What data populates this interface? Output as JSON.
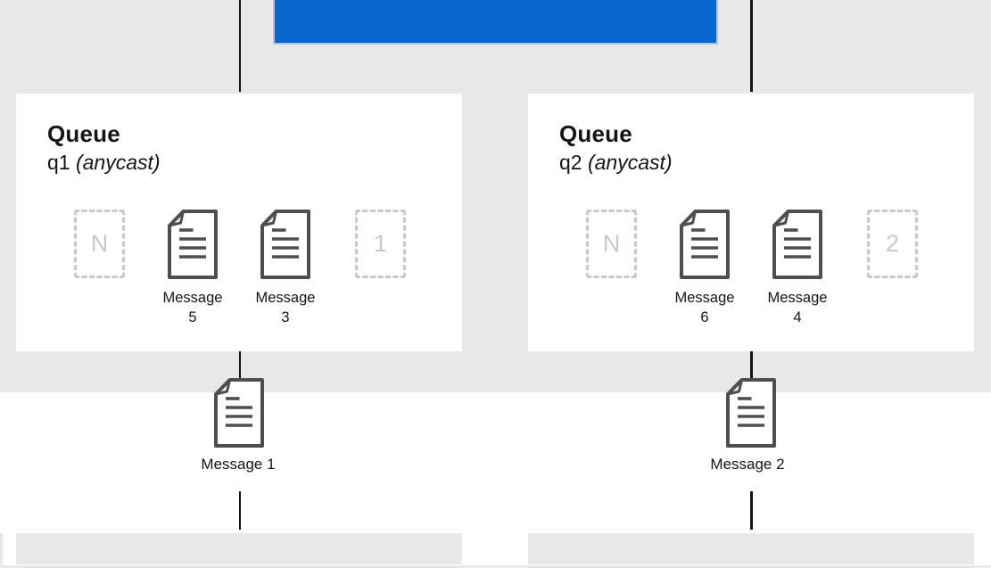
{
  "diagram": {
    "colors": {
      "background_gray": "#e8e8e8",
      "address_blue": "#0666cc",
      "text_dark": "#151515",
      "document_icon_stroke": "#4f4f51",
      "placeholder_dash_gray": "#c9c9c9"
    },
    "icons": {
      "message_icon": "document-icon",
      "placeholder_icon": "dashed-slot"
    },
    "queues": [
      {
        "title": "Queue",
        "name": "q1",
        "cast": "(anycast)",
        "slots": {
          "left_placeholder": "N",
          "right_placeholder": "1"
        },
        "messages": [
          {
            "word": "Message",
            "number": "5"
          },
          {
            "word": "Message",
            "number": "3"
          }
        ]
      },
      {
        "title": "Queue",
        "name": "q2",
        "cast": "(anycast)",
        "slots": {
          "left_placeholder": "N",
          "right_placeholder": "2"
        },
        "messages": [
          {
            "word": "Message",
            "number": "6"
          },
          {
            "word": "Message",
            "number": "4"
          }
        ]
      }
    ],
    "in_flight_messages": [
      {
        "label": "Message 1"
      },
      {
        "label": "Message 2"
      }
    ]
  }
}
